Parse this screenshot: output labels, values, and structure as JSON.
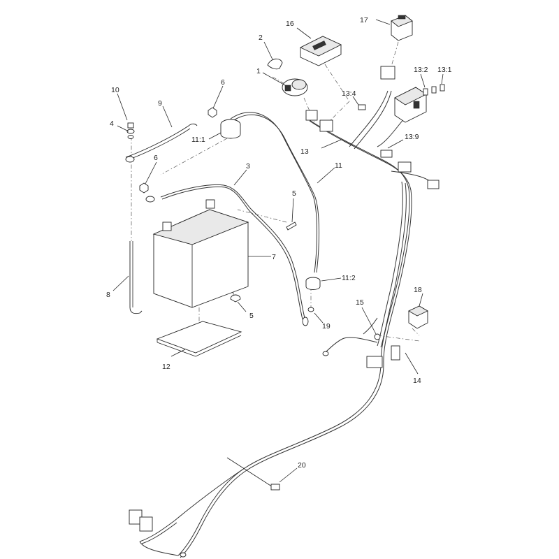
{
  "labels": {
    "p1": "1",
    "p2": "2",
    "p3": "3",
    "p4": "4",
    "p5a": "5",
    "p5b": "5",
    "p6a": "6",
    "p6b": "6",
    "p7": "7",
    "p8": "8",
    "p9": "9",
    "p10": "10",
    "p11": "11",
    "p11_1": "11:1",
    "p11_2": "11:2",
    "p12": "12",
    "p13": "13",
    "p13_1": "13:1",
    "p13_2": "13:2",
    "p13_4": "13:4",
    "p13_9": "13:9",
    "p14": "14",
    "p15": "15",
    "p16": "16",
    "p17": "17",
    "p18": "18",
    "p19": "19",
    "p20": "20"
  }
}
